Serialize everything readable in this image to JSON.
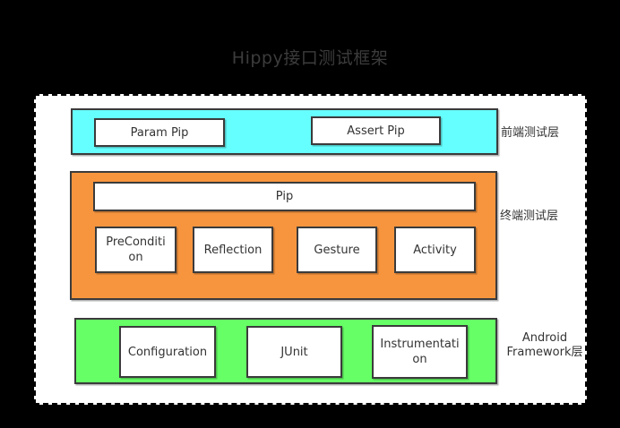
{
  "title": "Hippy接口测试框架",
  "colors": {
    "page_background": "#000000",
    "canvas_background": "#ffffff",
    "frontend_band": "#66ffff",
    "terminal_band": "#f7953e",
    "android_band": "#66ff66",
    "shape_border": "#3b3b3b",
    "node_fill": "#ffffff",
    "label_text": "#333333",
    "title_text": "#3c3c3c"
  },
  "layers": {
    "frontend": {
      "label": "前端测试层",
      "boxes": [
        "Param Pip",
        "Assert Pip"
      ]
    },
    "terminal": {
      "label": "终端测试层",
      "pip": "Pip",
      "boxes": [
        "PreCondition",
        "Reflection",
        "Gesture",
        "Activity"
      ]
    },
    "android": {
      "label": "Android Framework层",
      "boxes": [
        "Configuration",
        "JUnit",
        "Instrumentation"
      ]
    }
  }
}
